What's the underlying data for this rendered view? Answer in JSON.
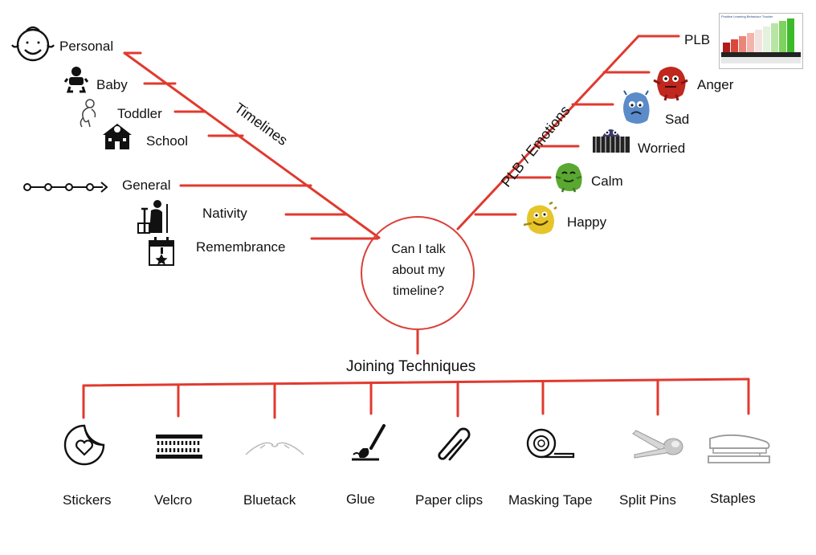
{
  "center": {
    "lines": [
      "Can I talk",
      "about my",
      "timeline?"
    ]
  },
  "timelines": {
    "title": "Timelines",
    "items": [
      "Personal",
      "Baby",
      "Toddler",
      "School",
      "General",
      "Nativity",
      "Remembrance"
    ]
  },
  "emotions": {
    "title": "PLB / Emotions",
    "items": [
      "PLB",
      "Anger",
      "Sad",
      "Worried",
      "Calm",
      "Happy"
    ]
  },
  "joining": {
    "title": "Joining Techniques",
    "items": [
      "Stickers",
      "Velcro",
      "Bluetack",
      "Glue",
      "Paper clips",
      "Masking Tape",
      "Split Pins",
      "Staples"
    ]
  },
  "plb_chart_title": "Positive Learning Behaviour Tracker",
  "colors": {
    "line": "#e03a2f",
    "circle": "#d9413a"
  }
}
